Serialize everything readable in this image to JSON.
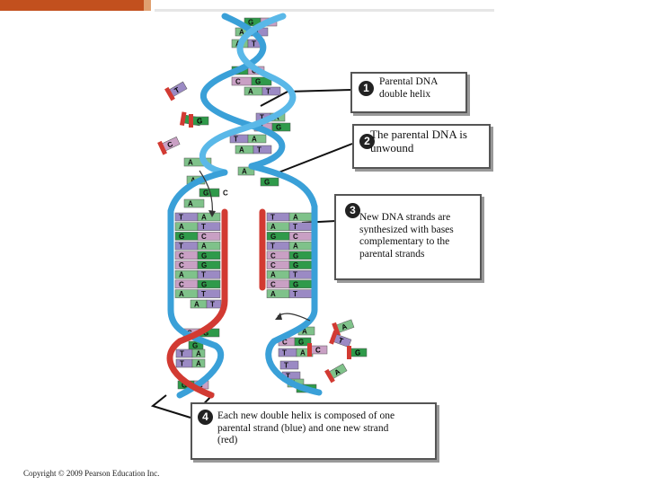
{
  "steps": [
    {
      "number": "1",
      "text": "Parental DNA double helix"
    },
    {
      "number": "2",
      "text": "The parental DNA is unwound"
    },
    {
      "number": "3",
      "text": "New DNA strands are synthesized with bases complementary to the parental strands"
    },
    {
      "number": "4",
      "text": "Each new double helix is composed of one parental strand (blue) and one new strand (red)"
    }
  ],
  "copyright": "Copyright © 2009 Pearson Education Inc.",
  "colors": {
    "parental_strand": "#3aa0d8",
    "new_strand": "#d23a32",
    "base_A": "#7fc28a",
    "base_T": "#9b8ac4",
    "base_G": "#2f9a4a",
    "base_C": "#c9a0c4",
    "header_bar": "#c2501e"
  },
  "top_helix_pairs": [
    [
      "G",
      "C"
    ],
    [
      "A",
      "T"
    ],
    [
      "A",
      "T"
    ],
    [
      "G",
      "C"
    ],
    [
      "C",
      "G"
    ],
    [
      "A",
      "T"
    ],
    [
      "T",
      "A"
    ],
    [
      "C",
      "G"
    ],
    [
      "T",
      "A"
    ],
    [
      "A",
      "T"
    ],
    [
      "A",
      ""
    ]
  ],
  "fork_bases": [
    [
      "A",
      ""
    ],
    [
      "A",
      ""
    ],
    [
      "G",
      "C"
    ],
    [
      "A",
      ""
    ],
    [
      "G",
      ""
    ]
  ],
  "left_ladder": [
    [
      "T",
      "A"
    ],
    [
      "A",
      "T"
    ],
    [
      "G",
      "C"
    ],
    [
      "T",
      "A"
    ],
    [
      "C",
      "G"
    ],
    [
      "C",
      "G"
    ],
    [
      "A",
      "T"
    ],
    [
      "C",
      "G"
    ],
    [
      "A",
      "T"
    ]
  ],
  "right_ladder": [
    [
      "T",
      "A"
    ],
    [
      "A",
      "T"
    ],
    [
      "G",
      "C"
    ],
    [
      "T",
      "A"
    ],
    [
      "C",
      "G"
    ],
    [
      "C",
      "G"
    ],
    [
      "A",
      "T"
    ],
    [
      "C",
      "G"
    ],
    [
      "A",
      "T"
    ]
  ],
  "left_bottom": [
    [
      "A",
      "T"
    ],
    [
      "C",
      "G"
    ],
    [
      "G",
      ""
    ],
    [
      "T",
      "A"
    ],
    [
      "T",
      "A"
    ],
    [
      "G",
      "C"
    ]
  ],
  "right_bottom": [
    [
      "A",
      ""
    ],
    [
      "C",
      "G"
    ],
    [
      "T",
      "A"
    ],
    [
      "T",
      ""
    ],
    [
      "T",
      ""
    ],
    [
      "A",
      ""
    ],
    [
      "G",
      ""
    ]
  ],
  "free_nucleotides": [
    "T",
    "G",
    "G",
    "C",
    "A",
    "T",
    "G",
    "C",
    "A"
  ]
}
